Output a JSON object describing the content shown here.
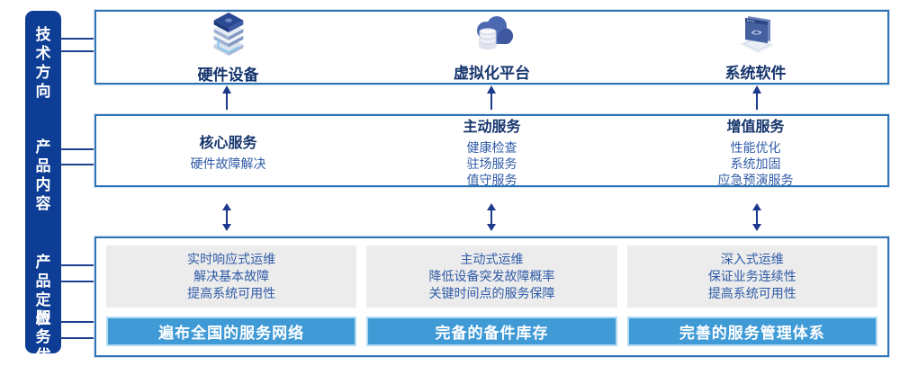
{
  "colors": {
    "sidebar_bg": "#0d3d94",
    "panel_border": "#2e74b5",
    "arrow": "#1b3a8c",
    "advantage_bar_bg": "#3f9ad6",
    "advantage_bar_border": "#b3daf3",
    "gray_panel_bg": "#ececec",
    "title_text": "#16356d",
    "body_text": "#2f5ba7"
  },
  "sidebar": {
    "labels": [
      {
        "text": "技术\n方向"
      },
      {
        "text": "产品\n内容"
      },
      {
        "text": "产品\n定位"
      },
      {
        "text": "服务\n优势"
      }
    ]
  },
  "tech_row": {
    "items": [
      {
        "icon": "server-stack-icon",
        "label": "硬件设备"
      },
      {
        "icon": "cloud-database-icon",
        "label": "虚拟化平台"
      },
      {
        "icon": "code-window-icon",
        "label": "系统软件"
      }
    ]
  },
  "content_row": {
    "groups": [
      {
        "title": "核心服务",
        "items": [
          "硬件故障解决"
        ]
      },
      {
        "title": "主动服务",
        "items": [
          "健康检查",
          "驻场服务",
          "值守服务"
        ]
      },
      {
        "title": "增值服务",
        "items": [
          "性能优化",
          "系统加固",
          "应急预演服务"
        ]
      }
    ]
  },
  "position_row": {
    "groups": [
      {
        "lines": [
          "实时响应式运维",
          "解决基本故障",
          "提高系统可用性"
        ],
        "advantage": "遍布全国的服务网络"
      },
      {
        "lines": [
          "主动式运维",
          "降低设备突发故障概率",
          "关键时间点的服务保障"
        ],
        "advantage": "完备的备件库存"
      },
      {
        "lines": [
          "深入式运维",
          "保证业务连续性",
          "提高系统可用性"
        ],
        "advantage": "完善的服务管理体系"
      }
    ]
  }
}
